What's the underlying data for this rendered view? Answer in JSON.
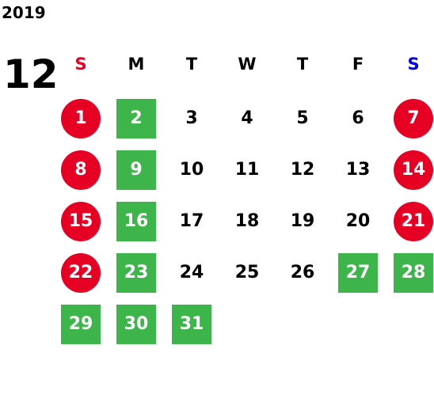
{
  "calendar": {
    "year": "2019",
    "month": "12",
    "weekdays": [
      {
        "label": "S",
        "color": "#e60024"
      },
      {
        "label": "M",
        "color": "#000000"
      },
      {
        "label": "T",
        "color": "#000000"
      },
      {
        "label": "W",
        "color": "#000000"
      },
      {
        "label": "T",
        "color": "#000000"
      },
      {
        "label": "F",
        "color": "#000000"
      },
      {
        "label": "S",
        "color": "#0000e6"
      }
    ],
    "weeks": [
      [
        {
          "day": "1",
          "style": "red"
        },
        {
          "day": "2",
          "style": "green"
        },
        {
          "day": "3",
          "style": "plain"
        },
        {
          "day": "4",
          "style": "plain"
        },
        {
          "day": "5",
          "style": "plain"
        },
        {
          "day": "6",
          "style": "plain"
        },
        {
          "day": "7",
          "style": "red"
        }
      ],
      [
        {
          "day": "8",
          "style": "red"
        },
        {
          "day": "9",
          "style": "green"
        },
        {
          "day": "10",
          "style": "plain"
        },
        {
          "day": "11",
          "style": "plain"
        },
        {
          "day": "12",
          "style": "plain"
        },
        {
          "day": "13",
          "style": "plain"
        },
        {
          "day": "14",
          "style": "red"
        }
      ],
      [
        {
          "day": "15",
          "style": "red"
        },
        {
          "day": "16",
          "style": "green"
        },
        {
          "day": "17",
          "style": "plain"
        },
        {
          "day": "18",
          "style": "plain"
        },
        {
          "day": "19",
          "style": "plain"
        },
        {
          "day": "20",
          "style": "plain"
        },
        {
          "day": "21",
          "style": "red"
        }
      ],
      [
        {
          "day": "22",
          "style": "red"
        },
        {
          "day": "23",
          "style": "green"
        },
        {
          "day": "24",
          "style": "plain"
        },
        {
          "day": "25",
          "style": "plain"
        },
        {
          "day": "26",
          "style": "plain"
        },
        {
          "day": "27",
          "style": "green"
        },
        {
          "day": "28",
          "style": "green"
        }
      ],
      [
        {
          "day": "29",
          "style": "green"
        },
        {
          "day": "30",
          "style": "green"
        },
        {
          "day": "31",
          "style": "green"
        }
      ]
    ],
    "colors": {
      "holiday": "#e60024",
      "closed": "#3db54a"
    }
  }
}
